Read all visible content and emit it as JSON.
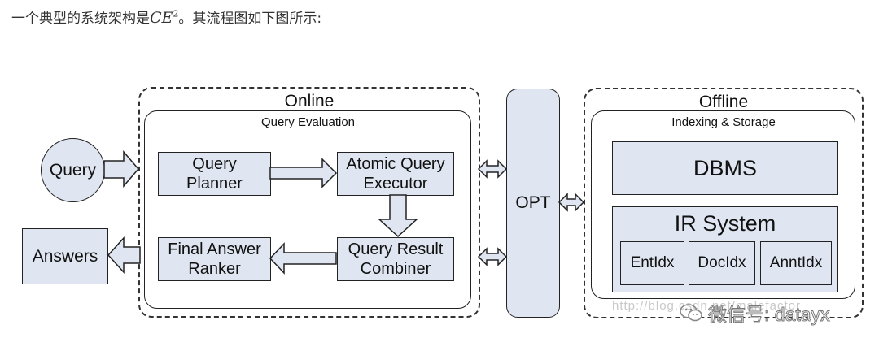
{
  "intro": {
    "prefix": "一个典型的系统架构是",
    "math_base": "CE",
    "math_sup": "2",
    "suffix": "。其流程图如下图所示:"
  },
  "diagram": {
    "online_label": "Online",
    "query_eval_label": "Query Evaluation",
    "query": "Query",
    "answers": "Answers",
    "query_planner": "Query\nPlanner",
    "atomic_executor": "Atomic Query\nExecutor",
    "final_ranker": "Final Answer\nRanker",
    "result_combiner": "Query Result\nCombiner",
    "opt": "OPT",
    "offline_label": "Offline",
    "indexing_label": "Indexing & Storage",
    "dbms": "DBMS",
    "ir_system": "IR System",
    "entidx": "EntIdx",
    "docidx": "DocIdx",
    "anntidx": "AnntIdx"
  },
  "watermark": {
    "url_text": "http://blog.csdn.net/malefactor",
    "wechat_text": "微信号: datayx",
    "wechat_icon": "wechat-icon"
  }
}
